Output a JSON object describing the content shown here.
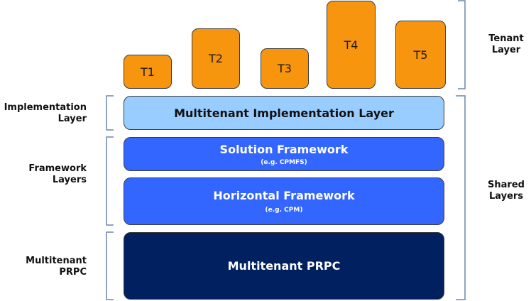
{
  "tenants": [
    {
      "label": "T1"
    },
    {
      "label": "T2"
    },
    {
      "label": "T3"
    },
    {
      "label": "T4"
    },
    {
      "label": "T5"
    }
  ],
  "layers": {
    "implementation": {
      "title": "Multitenant Implementation Layer"
    },
    "solution": {
      "title": "Solution Framework",
      "subtitle": "(e.g. CPMFS)"
    },
    "horizontal": {
      "title": "Horizontal Framework",
      "subtitle": "(e.g. CPM)"
    },
    "prpc": {
      "title": "Multitenant PRPC"
    }
  },
  "labels": {
    "implementation": [
      "Implementation",
      "Layer"
    ],
    "framework": [
      "Framework",
      "Layers"
    ],
    "prpc": [
      "Multitenant",
      "PRPC"
    ],
    "tenant": [
      "Tenant",
      "Layer"
    ],
    "shared": [
      "Shared",
      "Layers"
    ]
  },
  "colors": {
    "tenant": "#f7950f",
    "implementation": "#99ccff",
    "framework": "#3366ff",
    "prpc": "#002060",
    "bracket": "#6f87a8"
  }
}
